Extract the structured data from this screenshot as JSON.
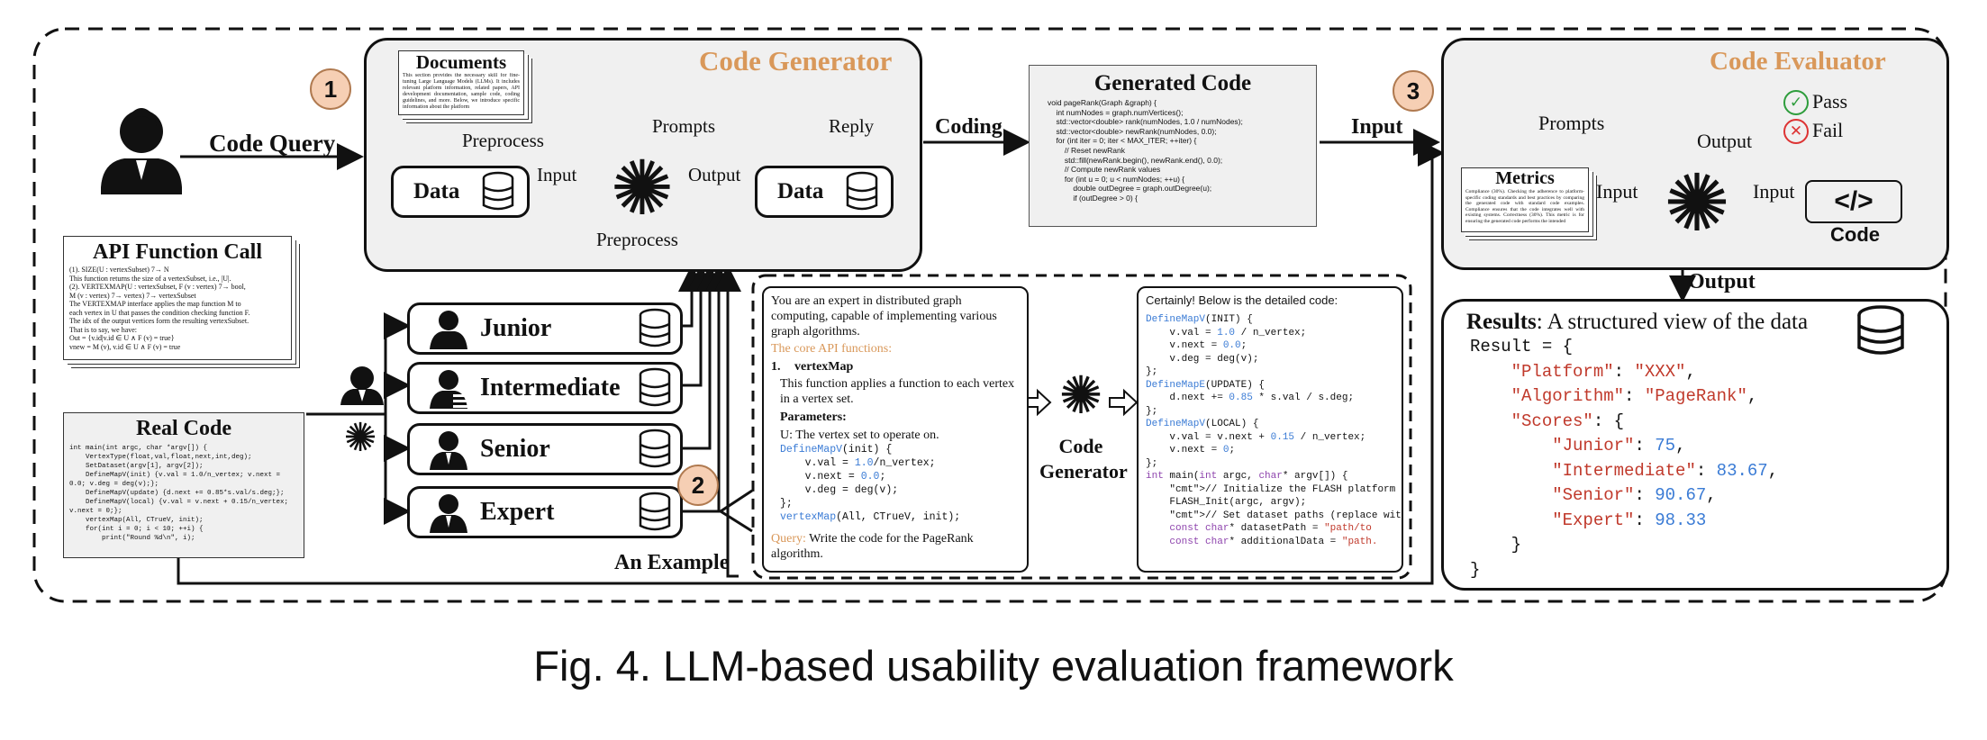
{
  "markers": {
    "one": "1",
    "two": "2",
    "three": "3"
  },
  "code_generator": {
    "title": "Code Generator",
    "documents_title": "Documents",
    "documents_text": "This section provides the necessary skill for fine-tuning Large Language Models (LLMs). It includes relevant platform information, related papers, API development documentation, sample code, coding guidelines, and more. Below, we introduce specific information about the platform",
    "preprocess_top": "Preprocess",
    "prompts": "Prompts",
    "reply": "Reply",
    "data_left": "Data",
    "data_right": "Data",
    "input": "Input",
    "output": "Output",
    "preprocess_bottom": "Preprocess"
  },
  "left": {
    "code_query": "Code Query",
    "api_title": "API Function Call",
    "api_lines": [
      "(1). SIZE(U : vertexSubset) 7→ N",
      "This function returns the size of a vertexSubset, i.e., |U|.",
      "(2). VERTEXMAP(U : vertexSubset, F (v : vertex) 7→ bool,",
      "M (v : vertex) 7→ vertex) 7→ vertexSubset",
      "The VERTEXMAP interface applies the map function M to",
      "each vertex in U that passes the condition checking function F.",
      "The idx of the output vertices form the resulting vertexSubset.",
      "That is to say, we have:",
      "Out = {v.id|v.id ∈ U ∧ F (v) = true}",
      "vnew = M (v), v.id ∈ U ∧ F (v) = true"
    ],
    "real_code_title": "Real Code",
    "real_code_lines": [
      "int main(int argc, char *argv[]) {",
      "    VertexType(float,val,float,next,int,deg);",
      "    SetDataset(argv[1], argv[2]);",
      "    DefineMapV(init) {v.val = 1.0/n_vertex; v.next =",
      "0.0; v.deg = deg(v);};",
      "    DefineMapV(update) {d.next += 0.85*s.val/s.deg;};",
      "    DefineMapV(local) {v.val = v.next + 0.15/n_vertex;",
      "v.next = 0;};",
      "    vertexMap(All, CTrueV, init);",
      "    for(int i = 0; i < 10; ++i) {",
      "        print(\"Round %d\\n\", i);"
    ]
  },
  "levels": [
    "Junior",
    "Intermediate",
    "Senior",
    "Expert"
  ],
  "example": {
    "label": "An Example",
    "prompt_intro": "You are an expert in distributed graph computing, capable of implementing various graph algorithms.",
    "core_api": "The core API functions:",
    "item_num": "1.",
    "item_name": "vertexMap",
    "item_desc": "This function applies a function to each vertex in a vertex set.",
    "params_label": "Parameters:",
    "params_text": "U: The vertex set to operate on.",
    "code_lines": [
      "DefineMapV(init) {",
      "    v.val = 1.0/n_vertex;",
      "    v.next = 0.0;",
      "    v.deg = deg(v);",
      "};",
      "vertexMap(All, CTrueV, init);"
    ],
    "query_label": "Query:",
    "query_text": "Write the code for the PageRank algorithm.",
    "generator_label": "Code Generator",
    "answer_intro": "Certainly! Below is the detailed code:",
    "answer_lines": [
      "DefineMapV(INIT) {",
      "    v.val = 1.0 / n_vertex;",
      "    v.next = 0.0;",
      "    v.deg = deg(v);",
      "};",
      "DefineMapE(UPDATE) {",
      "    d.next += 0.85 * s.val / s.deg;",
      "};",
      "DefineMapV(LOCAL) {",
      "    v.val = v.next + 0.15 / n_vertex;",
      "    v.next = 0;",
      "};",
      "int main(int argc, char* argv[]) {",
      "    // Initialize the FLASH platform",
      "    FLASH_Init(argc, argv);",
      "",
      "    // Set dataset paths (replace with",
      "    const char* datasetPath = \"path/to",
      "    const char* additionalData = \"path."
    ]
  },
  "generated_code": {
    "title": "Generated Code",
    "coding": "Coding",
    "lines": [
      "void pageRank(Graph &graph) {",
      "    int numNodes = graph.numVertices();",
      "    std::vector<double> rank(numNodes, 1.0 / numNodes);",
      "    std::vector<double> newRank(numNodes, 0.0);",
      "",
      "    for (int iter = 0; iter < MAX_ITER; ++iter) {",
      "        // Reset newRank",
      "        std::fill(newRank.begin(), newRank.end(), 0.0);",
      "",
      "        // Compute newRank values",
      "        for (int u = 0; u < numNodes; ++u) {",
      "            double outDegree = graph.outDegree(u);",
      "            if (outDegree > 0) {"
    ]
  },
  "code_evaluator": {
    "title": "Code Evaluator",
    "input_label": "Input",
    "pass": "Pass",
    "fail": "Fail",
    "prompts": "Prompts",
    "output": "Output",
    "metrics_title": "Metrics",
    "metrics_text": "Compliance (30%). Checking the adherence to platform-specific coding standards and best practices by comparing the generated code with standard code examples. Compliance ensures that the code integrates well with existing systems. Correctness (30%). This metric is for ensuring the generated code performs the intended",
    "input_left": "Input",
    "input_right": "Input",
    "code_label": "Code",
    "output_bottom": "Output"
  },
  "results": {
    "title_bold": "Results",
    "title_rest": ": A structured view of the data",
    "lines": [
      "Result = {",
      "    \"Platform\": \"XXX\",",
      "    \"Algorithm\": \"PageRank\",",
      "    \"Scores\": {",
      "        \"Junior\": 75,",
      "        \"Intermediate\": 83.67,",
      "        \"Senior\": 90.67,",
      "        \"Expert\": 98.33",
      "    }",
      "}"
    ]
  },
  "caption": "Fig. 4.  LLM-based usability evaluation framework"
}
